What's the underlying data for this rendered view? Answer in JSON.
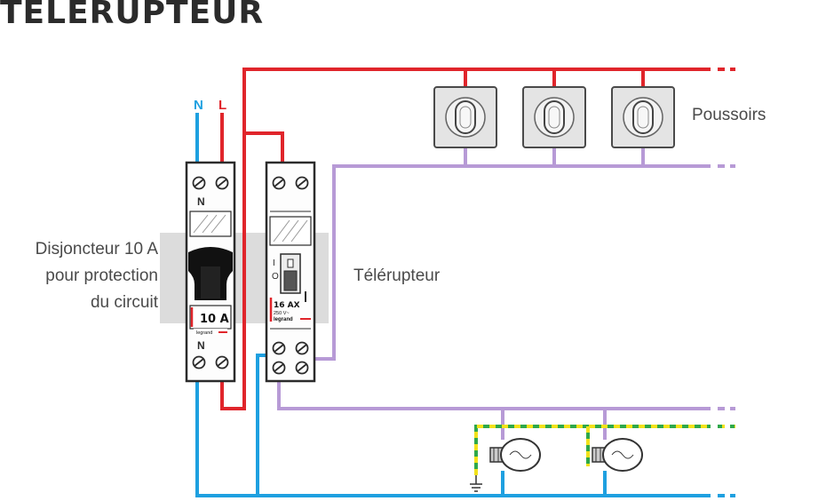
{
  "title": "TÉLÉRUPTEUR",
  "labels": {
    "neutral": "N",
    "live": "L",
    "breaker_line1": "Disjoncteur 10 A",
    "breaker_line2": "pour protection",
    "breaker_line3": "du circuit",
    "relay": "Télérupteur",
    "pushbuttons": "Poussoirs"
  },
  "breaker": {
    "top_terminal": "N",
    "bottom_terminal": "N",
    "rating": "10 A",
    "brand": "legrand"
  },
  "relay_device": {
    "rating": "16 AX",
    "voltage": "250 V~",
    "brand": "legrand",
    "switch_on": "I",
    "switch_off": "O"
  },
  "colors": {
    "live": "#e0252b",
    "neutral": "#1ea0e0",
    "control": "#b79ad6",
    "earth_green": "#2fa84a",
    "earth_yellow": "#f2e21b"
  }
}
